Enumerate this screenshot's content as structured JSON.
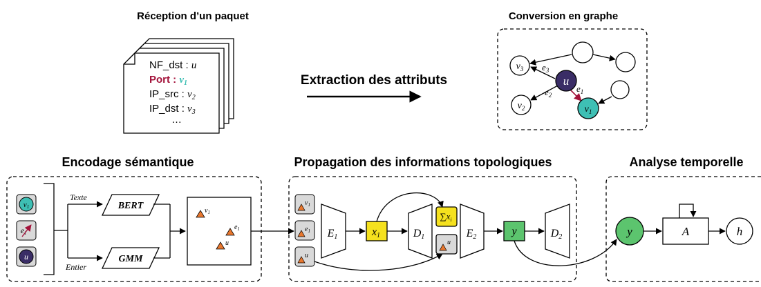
{
  "top": {
    "reception_title": "Réception d’un paquet",
    "conversion_title": "Conversion en graphe",
    "extraction_label": "Extraction des attributs",
    "packet": {
      "fields": [
        {
          "name": "NF_dst : ",
          "value": "u",
          "highlight": false
        },
        {
          "name": "Port : ",
          "value": "v",
          "sub": "1",
          "highlight": true
        },
        {
          "name": "IP_src : ",
          "value": "v",
          "sub": "2",
          "highlight": false
        },
        {
          "name": "IP_dst : ",
          "value": "v",
          "sub": "3",
          "highlight": false
        }
      ],
      "ellipsis": "…"
    },
    "graph": {
      "node_u": "u",
      "node_v1": "v",
      "node_v1_sub": "1",
      "node_v2": "v",
      "node_v2_sub": "2",
      "node_v3": "v",
      "node_v3_sub": "3",
      "edge_e1": "e",
      "edge_e1_sub": "1",
      "edge_e2": "e",
      "edge_e2_sub": "2",
      "edge_e3": "e",
      "edge_e3_sub": "3"
    }
  },
  "encoding": {
    "title": "Encodage sémantique",
    "inputs": [
      {
        "label": "v",
        "sub": "1",
        "color": "#3ebfb4"
      },
      {
        "label": "e",
        "sub": "1",
        "color": "#d9d9d9"
      },
      {
        "label": "u",
        "color": "#3a2d66"
      }
    ],
    "text_label": "Texte",
    "integer_label": "Entier",
    "bert_label": "BERT",
    "gmm_label": "GMM",
    "points": [
      {
        "label": "v",
        "sub": "1"
      },
      {
        "label": "e",
        "sub": "1"
      },
      {
        "label": "u"
      }
    ]
  },
  "propagation": {
    "title": "Propagation des informations topologiques",
    "inputs": [
      {
        "label": "v",
        "sub": "1"
      },
      {
        "label": "e",
        "sub": "1"
      },
      {
        "label": "u"
      }
    ],
    "e1": "E",
    "e1_sub": "1",
    "x1": "x",
    "x1_sub": "1",
    "d1": "D",
    "d1_sub": "1",
    "sum": "∑x",
    "sum_sub": "i",
    "u_node": "u",
    "e2": "E",
    "e2_sub": "2",
    "y": "y",
    "d2": "D",
    "d2_sub": "2"
  },
  "temporal": {
    "title": "Analyse temporelle",
    "y": "y",
    "a": "A",
    "h": "h"
  },
  "colors": {
    "accent_red": "#a3123a",
    "teal": "#3ebfb4",
    "dark_purple": "#3a2d66",
    "yellow": "#f5e11e",
    "green": "#5cc46e",
    "orange_triangle": "#e8772e",
    "gray_box": "#d9d9d9"
  }
}
